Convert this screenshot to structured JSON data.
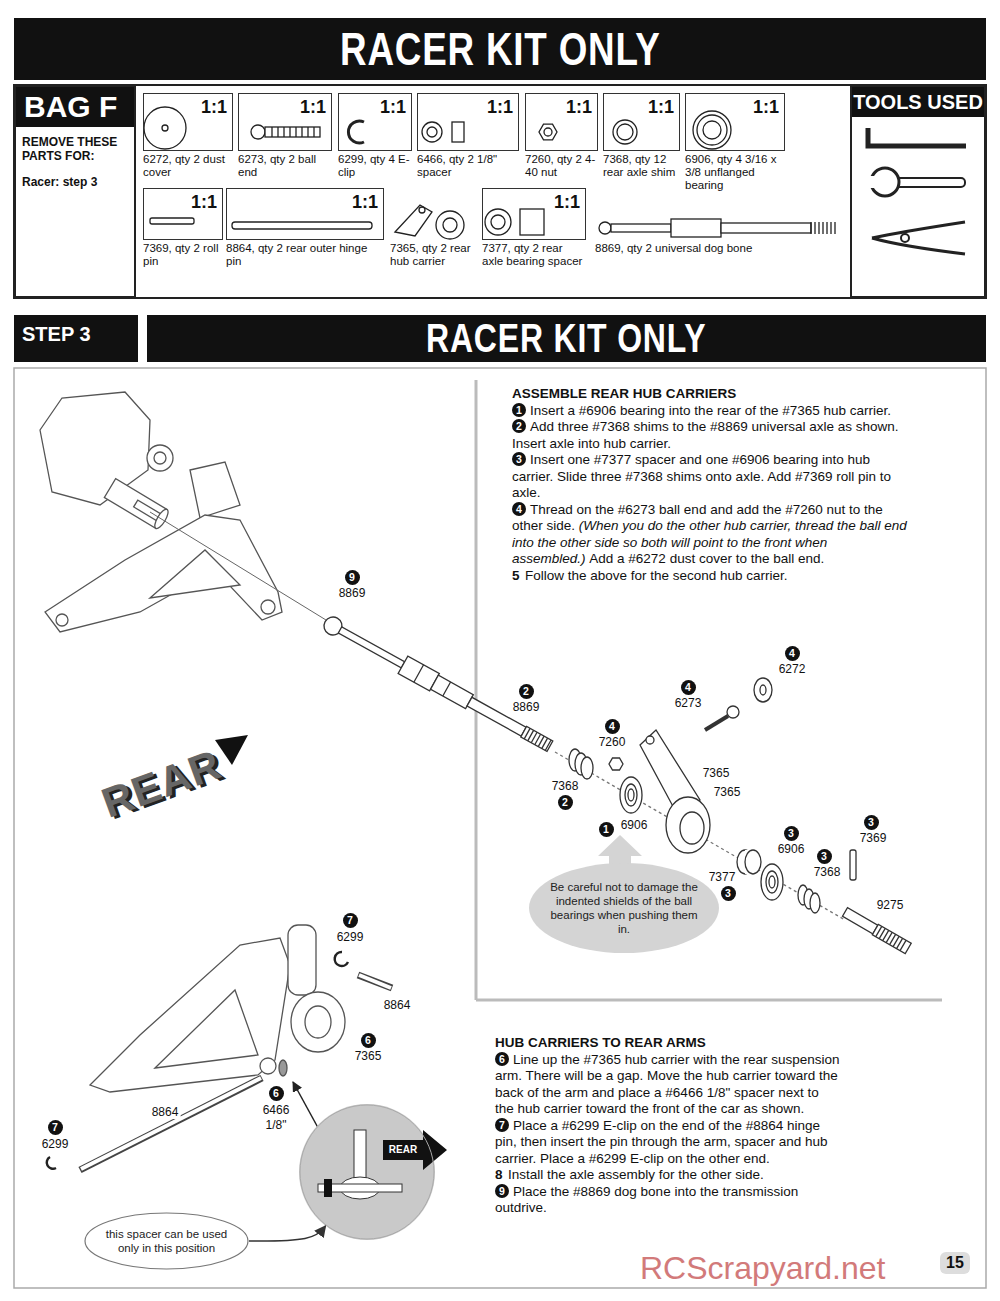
{
  "diagram": {
    "nodes": [
      {
        "text": [
          "RACER KIT ONLY"
        ]
      },
      {
        "text": [
          "BAG F",
          "REMOVE THESE PARTS FOR:",
          "Racer: step 3"
        ]
      },
      {
        "text": [
          "1:1",
          "6272, qty 2 dust cover"
        ]
      },
      {
        "text": [
          "1:1",
          "6273, qty 2 ball end"
        ]
      },
      {
        "text": [
          "1:1",
          "6299, qty 4 E-clip"
        ]
      },
      {
        "text": [
          "1:1",
          "6466, qty 2 1/8\" spacer"
        ]
      },
      {
        "text": [
          "1:1",
          "7260, qty 2 4-40 nut"
        ]
      },
      {
        "text": [
          "1:1",
          "7368, qty 12 rear axle shim"
        ]
      },
      {
        "text": [
          "1:1",
          "6906, qty 4 3/16 x 3/8 unflanged bearing"
        ]
      },
      {
        "text": [
          "1:1",
          "7369, qty 2 roll pin"
        ]
      },
      {
        "text": [
          "1:1",
          "8864, qty 2 rear outer hinge pin"
        ]
      },
      {
        "text": [
          "7365, qty 2 rear hub carrier"
        ]
      },
      {
        "text": [
          "1:1",
          "7377, qty 2 rear axle bearing spacer"
        ]
      },
      {
        "text": [
          "8869, qty 2 universal dog bone"
        ]
      },
      {
        "text": [
          "TOOLS USED"
        ]
      },
      {
        "text": [
          "STEP 3"
        ]
      },
      {
        "text": [
          "RACER KIT ONLY"
        ]
      },
      {
        "text": [
          "Be careful not to damage the indented shields of the ball bearings when pushing them in."
        ]
      },
      {
        "text": [
          "REAR"
        ]
      },
      {
        "text": [
          "this spacer can be used only in this position"
        ]
      }
    ],
    "edges": [
      {
        "from": 19,
        "to": 18,
        "arrow": "to"
      }
    ],
    "labels": [
      "ASSEMBLE REAR HUB CARRIERS",
      "1",
      "Insert a #6906 bearing into the rear of the #7365 hub carrier.",
      "2",
      "Add three #7368 shims to the #8869 universal axle as shown. Insert axle into hub carrier.",
      "3",
      "Insert one #7377 spacer and one #6906 bearing into hub carrier. Slide three #7368 shims onto axle. Add #7369 roll pin to axle.",
      "4",
      "Thread on the #6273 ball end and add the #7260 nut to the other side.",
      "(When you do the other hub carrier, thread the ball end into the other side so both will point to the front when assembled.)",
      "Add a #6272 dust cover to the ball end.",
      "5",
      "Follow the above for the second hub carrier.",
      "HUB CARRIERS TO REAR ARMS",
      "6",
      "Line up the #7365 hub carrier with the rear suspension arm. There will be a gap. Move the hub carrier toward the back of the arm and place a #6466 1/8\" spacer next to the hub carrier toward the front of the car as shown.",
      "7",
      "Place a #6299 E-clip on the end of the #8864 hinge pin, then insert the pin through the arm, spacer and hub carrier. Place a #6299 E-clip on the other end.",
      "8",
      "Install the axle assembly for the other side.",
      "9",
      "Place the #8869 dog bone into the transmission outdrive.",
      "9",
      "8869",
      "2",
      "8869",
      "4",
      "6272",
      "4",
      "6273",
      "4",
      "7260",
      "7368",
      "2",
      "7365",
      "7365",
      "1",
      "6906",
      "3",
      "6906",
      "3",
      "7369",
      "3",
      "7368",
      "7377",
      "3",
      "9275",
      "7",
      "6299",
      "8864",
      "6",
      "7365",
      "6",
      "6466",
      "1/8\"",
      "7",
      "6299",
      "8864",
      "REAR",
      "RCScrapyard.net",
      "15"
    ]
  }
}
